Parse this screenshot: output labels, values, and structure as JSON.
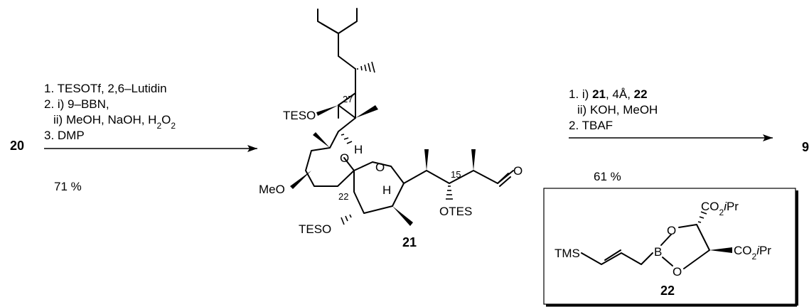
{
  "start_compound": "20",
  "step1": {
    "conditions": [
      "1. TESOTf, 2,6–Lutidin",
      "2. i) 9–BBN,",
      "ii) MeOH, NaOH, H",
      "3. DMP"
    ],
    "h2o2_sub1": "2",
    "h2o2_tail": "O",
    "h2o2_sub2": "2",
    "yield": "71 %"
  },
  "product": {
    "label": "21",
    "atoms": {
      "tes_top": "TESO",
      "tes_bottom": "TESO",
      "otes": "OTES",
      "meo": "MeO",
      "o_ring1": "O",
      "o_ring2": "O",
      "o_ald": "O",
      "h_top": "H",
      "h_mid": "H",
      "c27": "27",
      "c22": "22",
      "c15": "15"
    }
  },
  "step2": {
    "line1_prefix": "1. i) ",
    "line1_b1": "21",
    "line1_mid": ", 4Å, ",
    "line1_b2": "22",
    "line2": "ii) KOH, MeOH",
    "line3": "2. TBAF",
    "yield": "61 %"
  },
  "reagent": {
    "label": "22",
    "tms": "TMS",
    "b": "B",
    "o_top": "O",
    "o_bottom": "O",
    "co2_top_pre": "CO",
    "co2_top_sub": "2",
    "co2_top_ipr": "i",
    "co2_top_pr": "Pr",
    "co2_bot_pre": "CO",
    "co2_bot_sub": "2",
    "co2_bot_ipr": "i",
    "co2_bot_pr": "Pr"
  },
  "final_compound": "9"
}
